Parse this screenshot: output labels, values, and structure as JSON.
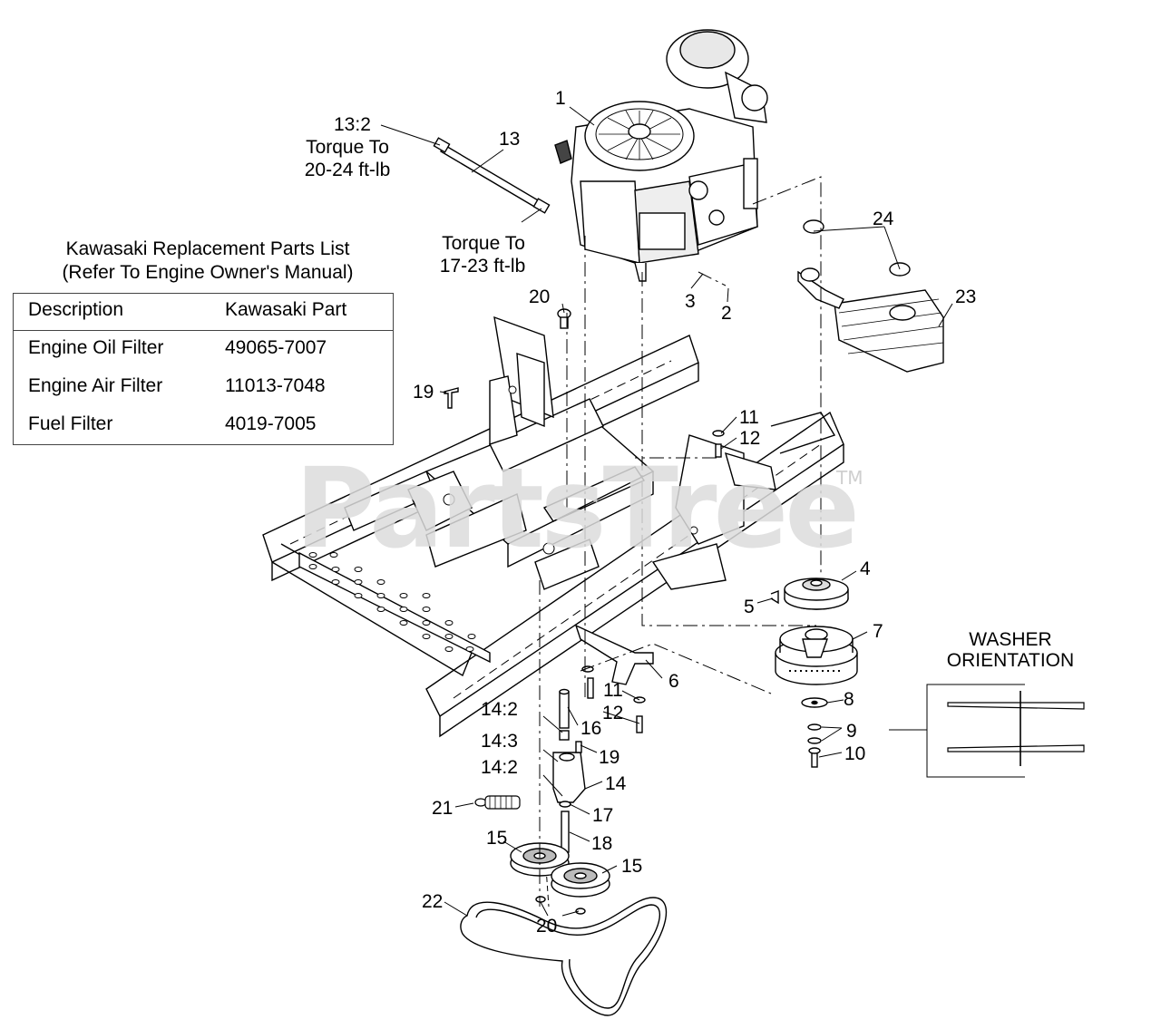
{
  "callouts": {
    "c1": "1",
    "c2": "2",
    "c3": "3",
    "c4": "4",
    "c5": "5",
    "c6": "6",
    "c7": "7",
    "c8": "8",
    "c9": "9",
    "c10": "10",
    "c11a": "11",
    "c11b": "11",
    "c12a": "12",
    "c12b": "12",
    "c13": "13",
    "c13_2": "13:2",
    "c14": "14",
    "c14_2a": "14:2",
    "c14_3": "14:3",
    "c14_2b": "14:2",
    "c15a": "15",
    "c15b": "15",
    "c16": "16",
    "c17": "17",
    "c18": "18",
    "c19a": "19",
    "c19b": "19",
    "c20a": "20",
    "c20b": "20",
    "c21": "21",
    "c22": "22",
    "c23": "23",
    "c24": "24"
  },
  "torque": {
    "upper_line1": "Torque To",
    "upper_line2": "20-24 ft-lb",
    "lower_line1": "Torque To",
    "lower_line2": "17-23 ft-lb"
  },
  "parts_list": {
    "title_line1": "Kawasaki Replacement Parts List",
    "title_line2": "(Refer To Engine Owner's Manual)",
    "headers": [
      "Description",
      "Kawasaki Part"
    ],
    "rows": [
      [
        "Engine Oil Filter",
        "49065-7007"
      ],
      [
        "Engine Air Filter",
        "11013-7048"
      ],
      [
        "Fuel Filter",
        "4019-7005"
      ]
    ]
  },
  "washer": {
    "line1": "WASHER",
    "line2": "ORIENTATION"
  },
  "watermark": {
    "text": "PartsTree",
    "tm": "TM"
  }
}
